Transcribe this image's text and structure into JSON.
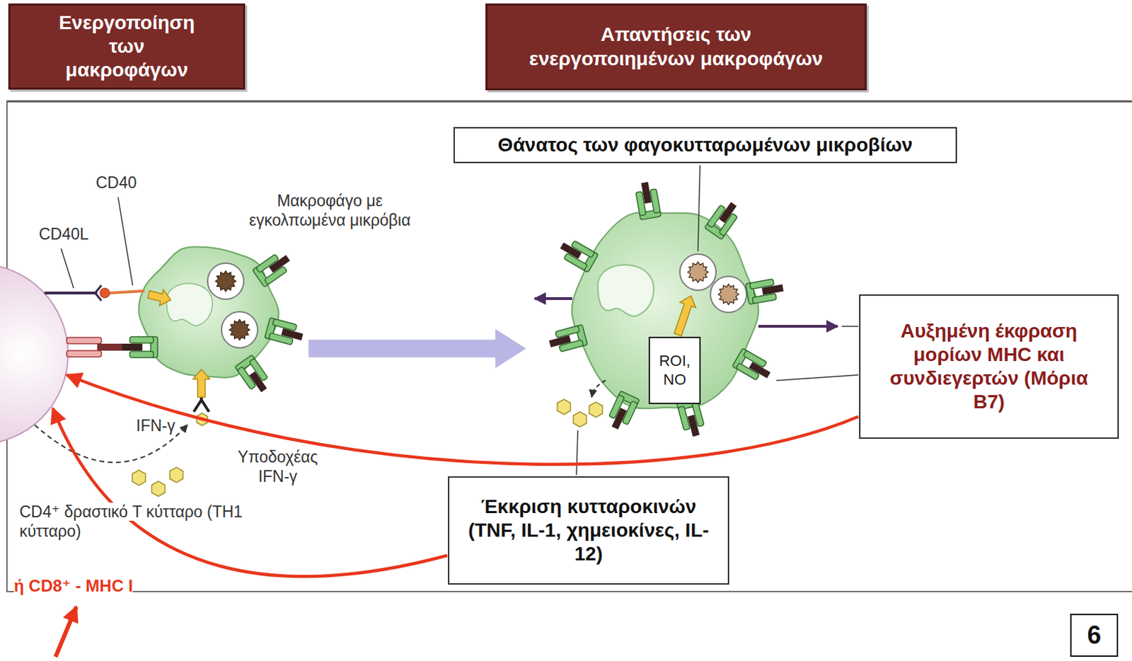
{
  "diagram": {
    "nodes": [
      {
        "text": [
          "Ενεργοποίηση των μακροφάγων"
        ]
      },
      {
        "text": [
          "Απαντήσεις των ενεργοποιημένων μακροφάγων"
        ]
      },
      {
        "text": [
          "Θάνατος των φαγοκυτταρωμένων μικροβίων"
        ]
      },
      {
        "text": [
          "ROI, NO"
        ]
      },
      {
        "text": [
          "Αυξημένη έκφραση μορίων MHC και συνδιεγερτών (Μόρια B7)"
        ]
      },
      {
        "text": [
          "Έκκριση κυτταροκινών (TNF, IL-1, χημειοκίνες, IL-12)"
        ]
      },
      {
        "text": [
          "6"
        ]
      }
    ],
    "labels": [
      "CD40",
      "CD40L",
      "Μακροφάγο με εγκολπωμένα μικρόβια",
      "IFN-γ",
      "Υποδοχέας IFN-γ",
      "CD4⁺ δραστικό T κύτταρο (TH1 κύτταρο)",
      "ή CD8⁺ - MHC I"
    ]
  }
}
